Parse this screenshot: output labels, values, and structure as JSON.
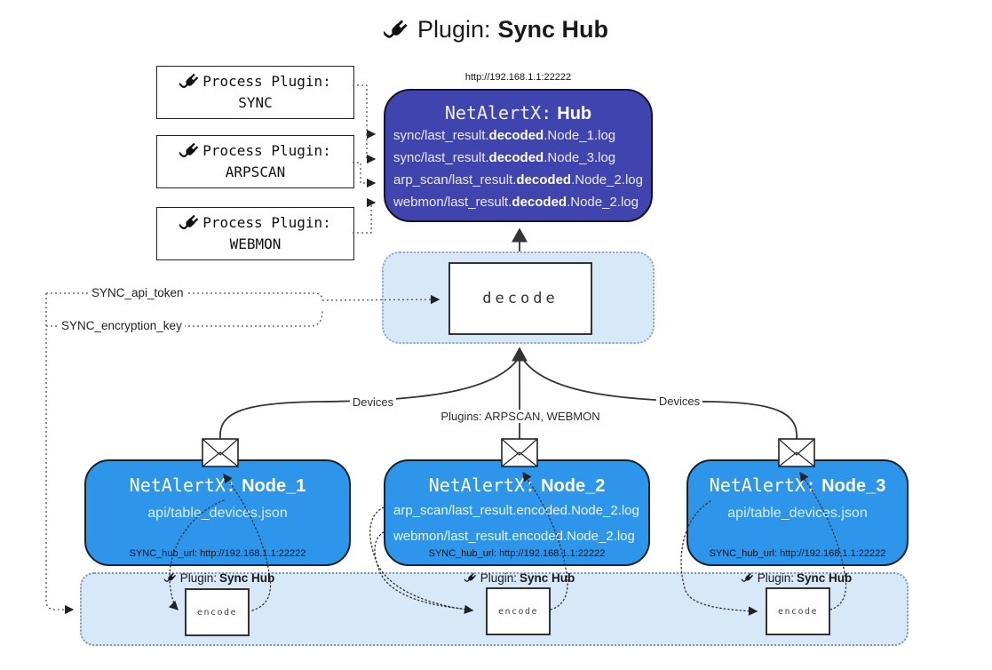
{
  "title": {
    "prefix": "Plugin:",
    "name": "Sync Hub"
  },
  "process_plugins": [
    {
      "label": "Process Plugin:",
      "name": "SYNC"
    },
    {
      "label": "Process Plugin:",
      "name": "ARPSCAN"
    },
    {
      "label": "Process Plugin:",
      "name": "WEBMON"
    }
  ],
  "hub": {
    "url": "http://192.168.1.1:22222",
    "title_prefix": "NetAlertX:",
    "title_name": "Hub",
    "lines": [
      {
        "pre": "sync/last_result.",
        "bold": "decoded",
        "post": ".Node_1.log"
      },
      {
        "pre": "sync/last_result.",
        "bold": "decoded",
        "post": ".Node_3.log"
      },
      {
        "pre": "arp_scan/last_result.",
        "bold": "decoded",
        "post": ".Node_2.log"
      },
      {
        "pre": "webmon/last_result.",
        "bold": "decoded",
        "post": ".Node_2.log"
      }
    ]
  },
  "decode_label": "decode",
  "settings": {
    "api_token": "SYNC_api_token",
    "encryption_key": "SYNC_encryption_key"
  },
  "edge_labels": {
    "devices_left": "Devices",
    "devices_right": "Devices",
    "plugins_center": "Plugins: ARPSCAN, WEBMON"
  },
  "nodes": [
    {
      "title_prefix": "NetAlertX:",
      "title_name": "Node_1",
      "lines": [
        "api/table_devices.json"
      ],
      "hub_url": "SYNC_hub_url: http://192.168.1.1:22222"
    },
    {
      "title_prefix": "NetAlertX:",
      "title_name": "Node_2",
      "lines": [
        "arp_scan/last_result.encoded.Node_2.log",
        "webmon/last_result.encoded.Node_2.log"
      ],
      "hub_url": "SYNC_hub_url: http://192.168.1.1:22222"
    },
    {
      "title_prefix": "NetAlertX:",
      "title_name": "Node_3",
      "lines": [
        "api/table_devices.json"
      ],
      "hub_url": "SYNC_hub_url: http://192.168.1.1:22222"
    }
  ],
  "encode_sections": [
    {
      "plugin_prefix": "Plugin:",
      "plugin_name": "Sync Hub",
      "box_label": "encode"
    },
    {
      "plugin_prefix": "Plugin:",
      "plugin_name": "Sync Hub",
      "box_label": "encode"
    },
    {
      "plugin_prefix": "Plugin:",
      "plugin_name": "Sync Hub",
      "box_label": "encode"
    }
  ],
  "colors": {
    "hub_fill": "#4044AE",
    "node_fill": "#2E96EA",
    "container_fill": "#D7E8F9",
    "accent_dark": "#333333"
  }
}
